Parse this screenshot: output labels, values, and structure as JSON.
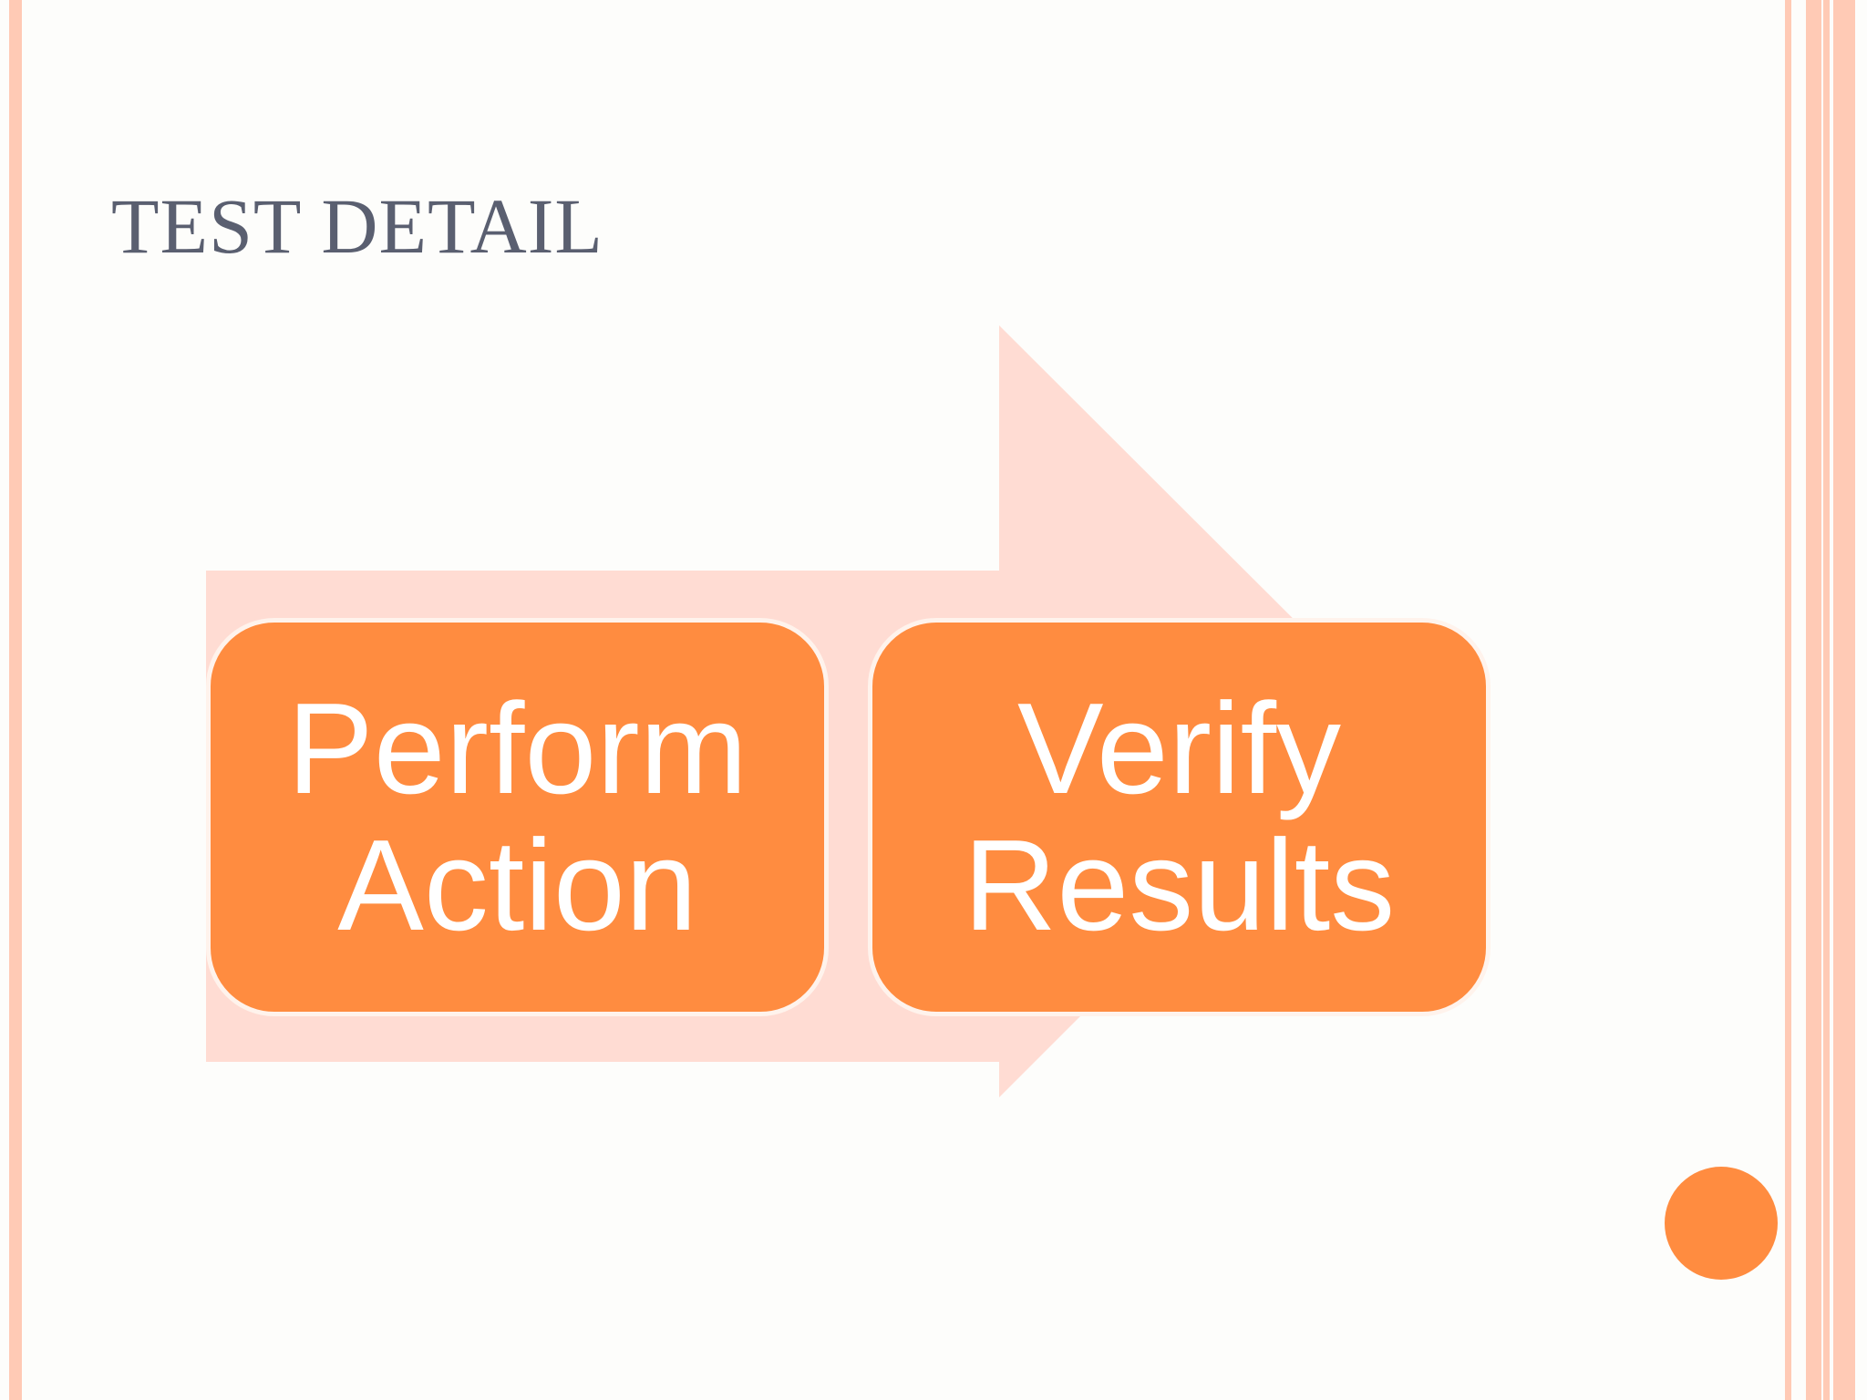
{
  "slide": {
    "title": "TEST DETAIL"
  },
  "diagram": {
    "type": "process-arrow",
    "steps": [
      {
        "label": "Perform\nAction"
      },
      {
        "label": "Verify\nResults"
      }
    ]
  },
  "colors": {
    "background": "#fdfdfb",
    "title": "#5a5f70",
    "arrow": "#ffdcd3",
    "box_fill": "#ff8c40",
    "box_border": "#fff3ec",
    "box_text": "#ffffff",
    "stripe": "#ffcab5",
    "dot": "#ff8c40"
  },
  "icons": {
    "corner_dot": "orange-circle-icon"
  }
}
